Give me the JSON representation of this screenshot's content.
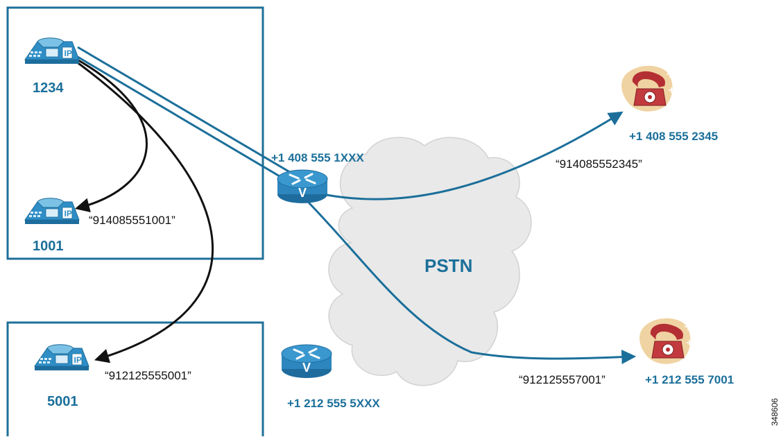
{
  "colors": {
    "accent": "#1b6f9a",
    "box_border": "#1f6f99",
    "call_black": "#111111",
    "cloud_fill": "#e9e9e9",
    "router_fill": "#2f86bc",
    "pstn_phone_bg": "#f0d3a2",
    "pstn_phone": "#b42f33"
  },
  "site_a": {
    "phone_1_ext": "1234",
    "phone_2_ext": "1001",
    "dial_to_1001": "“914085551001”"
  },
  "site_b": {
    "phone_ext": "5001",
    "dial_to_5001": "“912125555001”"
  },
  "gateways": {
    "gw_1_did": "+1 408 555 1XXX",
    "gw_2_did": "+1 212 555 5XXX"
  },
  "cloud_label": "PSTN",
  "pstn_phones": {
    "phone_1_number": "+1 408 555 2345",
    "phone_1_dialed": "“914085552345”",
    "phone_2_number": "+1 212 555 7001",
    "phone_2_dialed": "“912125557001”"
  },
  "figure_id": "348606"
}
